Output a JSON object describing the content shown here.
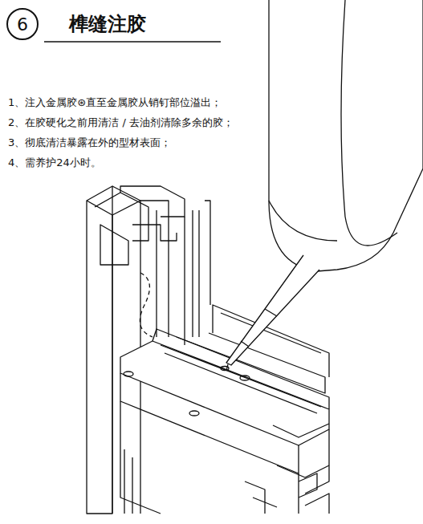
{
  "diagram": {
    "title": "榫缝注胶",
    "nodes": [
      {
        "text": [
          "6"
        ]
      }
    ],
    "labels": [
      "1、注入金属胶⊛直至金属胶从销钉部位溢出；",
      "2、在胶硬化之前用清洁 / 去油剂清除多余的胶；",
      "3、彻底清洁暴露在外的型材表面；",
      "4、需养护24小时。"
    ]
  }
}
